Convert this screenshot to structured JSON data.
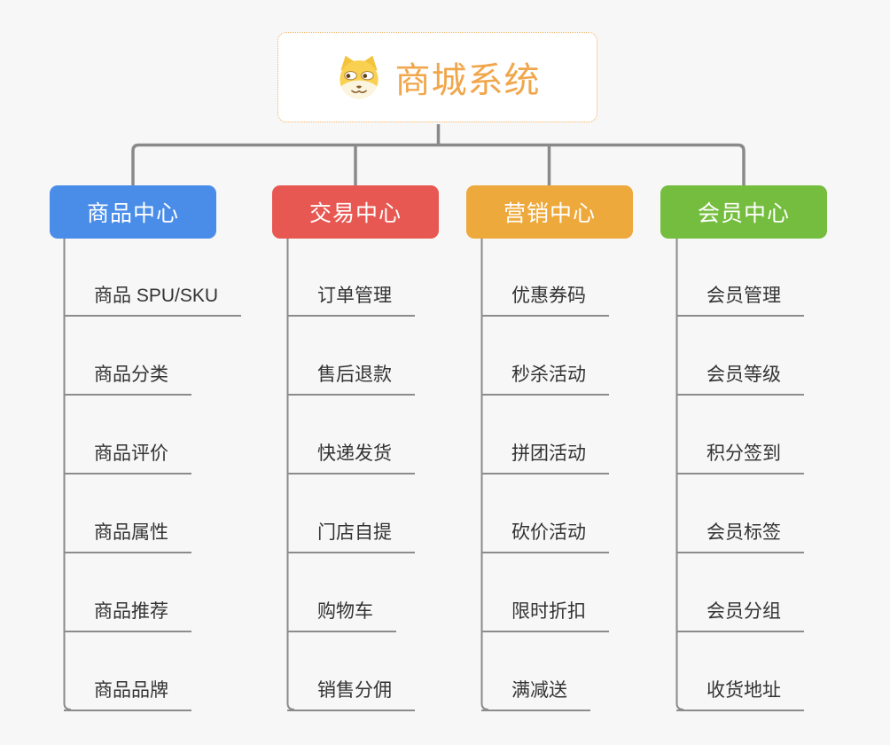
{
  "root": {
    "title": "商城系统",
    "icon": "dog-face-icon"
  },
  "branches": [
    {
      "label": "商品中心",
      "color": "#4a8de9",
      "items": [
        "商品 SPU/SKU",
        "商品分类",
        "商品评价",
        "商品属性",
        "商品推荐",
        "商品品牌"
      ]
    },
    {
      "label": "交易中心",
      "color": "#e85852",
      "items": [
        "订单管理",
        "售后退款",
        "快递发货",
        "门店自提",
        "购物车",
        "销售分佣"
      ]
    },
    {
      "label": "营销中心",
      "color": "#eea93c",
      "items": [
        "优惠券码",
        "秒杀活动",
        "拼团活动",
        "砍价活动",
        "限时折扣",
        "满减送"
      ]
    },
    {
      "label": "会员中心",
      "color": "#75bd3f",
      "items": [
        "会员管理",
        "会员等级",
        "积分签到",
        "会员标签",
        "会员分组",
        "收货地址"
      ]
    }
  ],
  "colors": {
    "background": "#f7f7f7",
    "connector": "#8a8a8a",
    "underline": "#8c8c8c",
    "item_text": "#333333",
    "root_title": "#f0a64b",
    "root_border": "#efae5e"
  }
}
